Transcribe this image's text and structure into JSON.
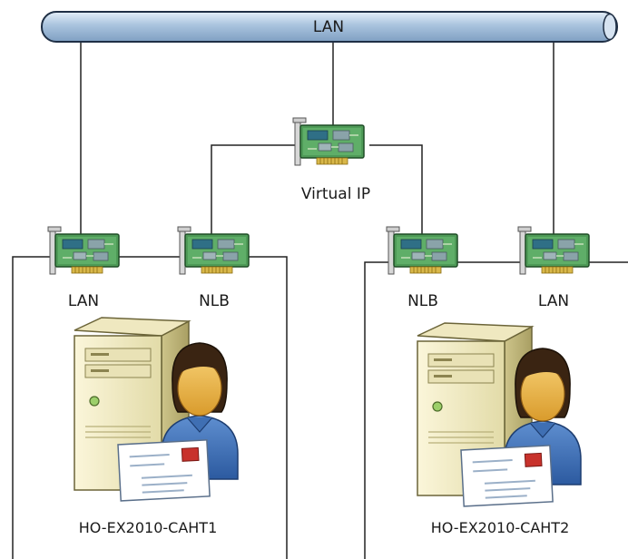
{
  "bus": {
    "label": "LAN"
  },
  "virtual_ip": {
    "label": "Virtual IP"
  },
  "servers": [
    {
      "name": "HO-EX2010-CAHT1",
      "nic_lan": "LAN",
      "nic_nlb": "NLB"
    },
    {
      "name": "HO-EX2010-CAHT2",
      "nic_lan": "LAN",
      "nic_nlb": "NLB"
    }
  ],
  "icons": {
    "nic": "network-card-icon",
    "server": "server-tower-icon",
    "user": "user-with-mail-icon"
  },
  "colors": {
    "bus_fill": "#bcd3ea",
    "bus_stroke": "#1f2f45",
    "card_green": "#4e9a57",
    "line": "#222222"
  }
}
